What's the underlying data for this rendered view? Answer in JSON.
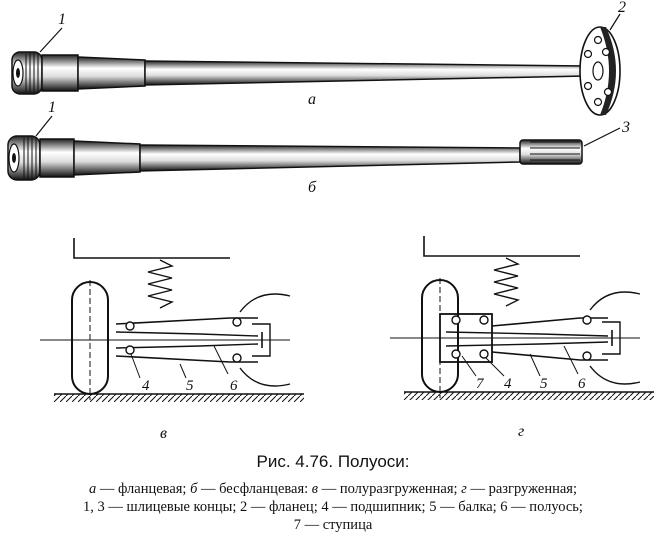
{
  "figure": {
    "labels": {
      "n1_top": "1",
      "n2": "2",
      "sub_a": "а",
      "n1_bottom": "1",
      "n3": "3",
      "sub_b": "б",
      "left_n4": "4",
      "left_n5": "5",
      "left_n6": "6",
      "sub_v": "в",
      "right_n7": "7",
      "right_n4": "4",
      "right_n5": "5",
      "right_n6": "6",
      "sub_g": "г"
    },
    "caption": "Рис. 4.76. Полуоси:",
    "legend": {
      "a_key": "а",
      "a_text": " — фланцевая; ",
      "b_key": "б",
      "b_text": " — бесфланцевая: ",
      "v_key": "в",
      "v_text": " — полуразгруженная; ",
      "g_key": "г",
      "g_text": " — разгруженная;",
      "line2": "1, 3 — шлицевые концы; 2 — фланец; 4 — подшипник; 5 — балка; 6 — полуось;",
      "line3": "7 — ступица"
    }
  }
}
